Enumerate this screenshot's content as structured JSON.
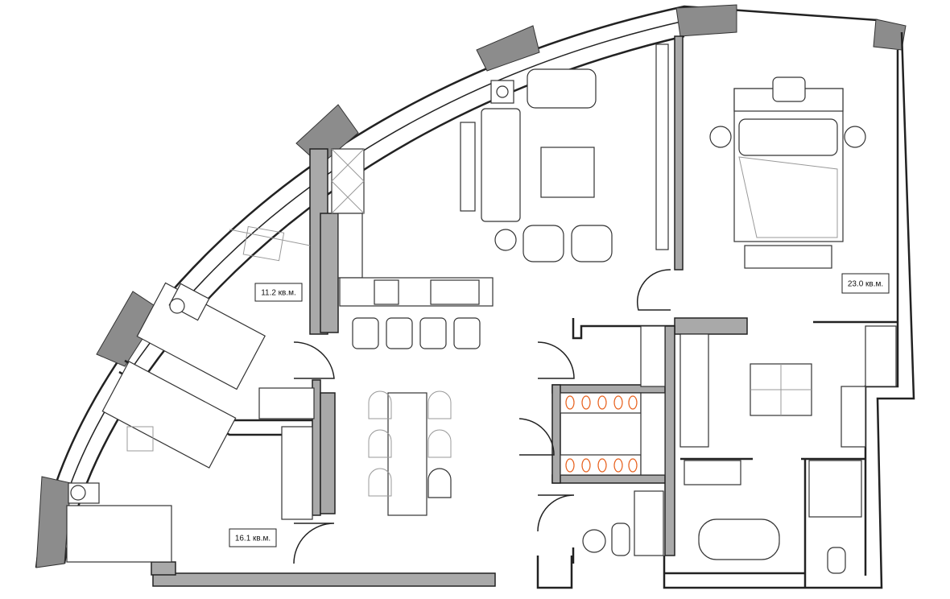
{
  "rooms": [
    {
      "id": "study",
      "area_label": "11.2 кв.м."
    },
    {
      "id": "kids-room",
      "area_label": "16.1 кв.м."
    },
    {
      "id": "master-bedroom",
      "area_label": "23.0 кв.м."
    }
  ],
  "colors": {
    "wall": "#222222",
    "pier": "#8c8c8c",
    "wardrobe_items": "#e8601c"
  }
}
